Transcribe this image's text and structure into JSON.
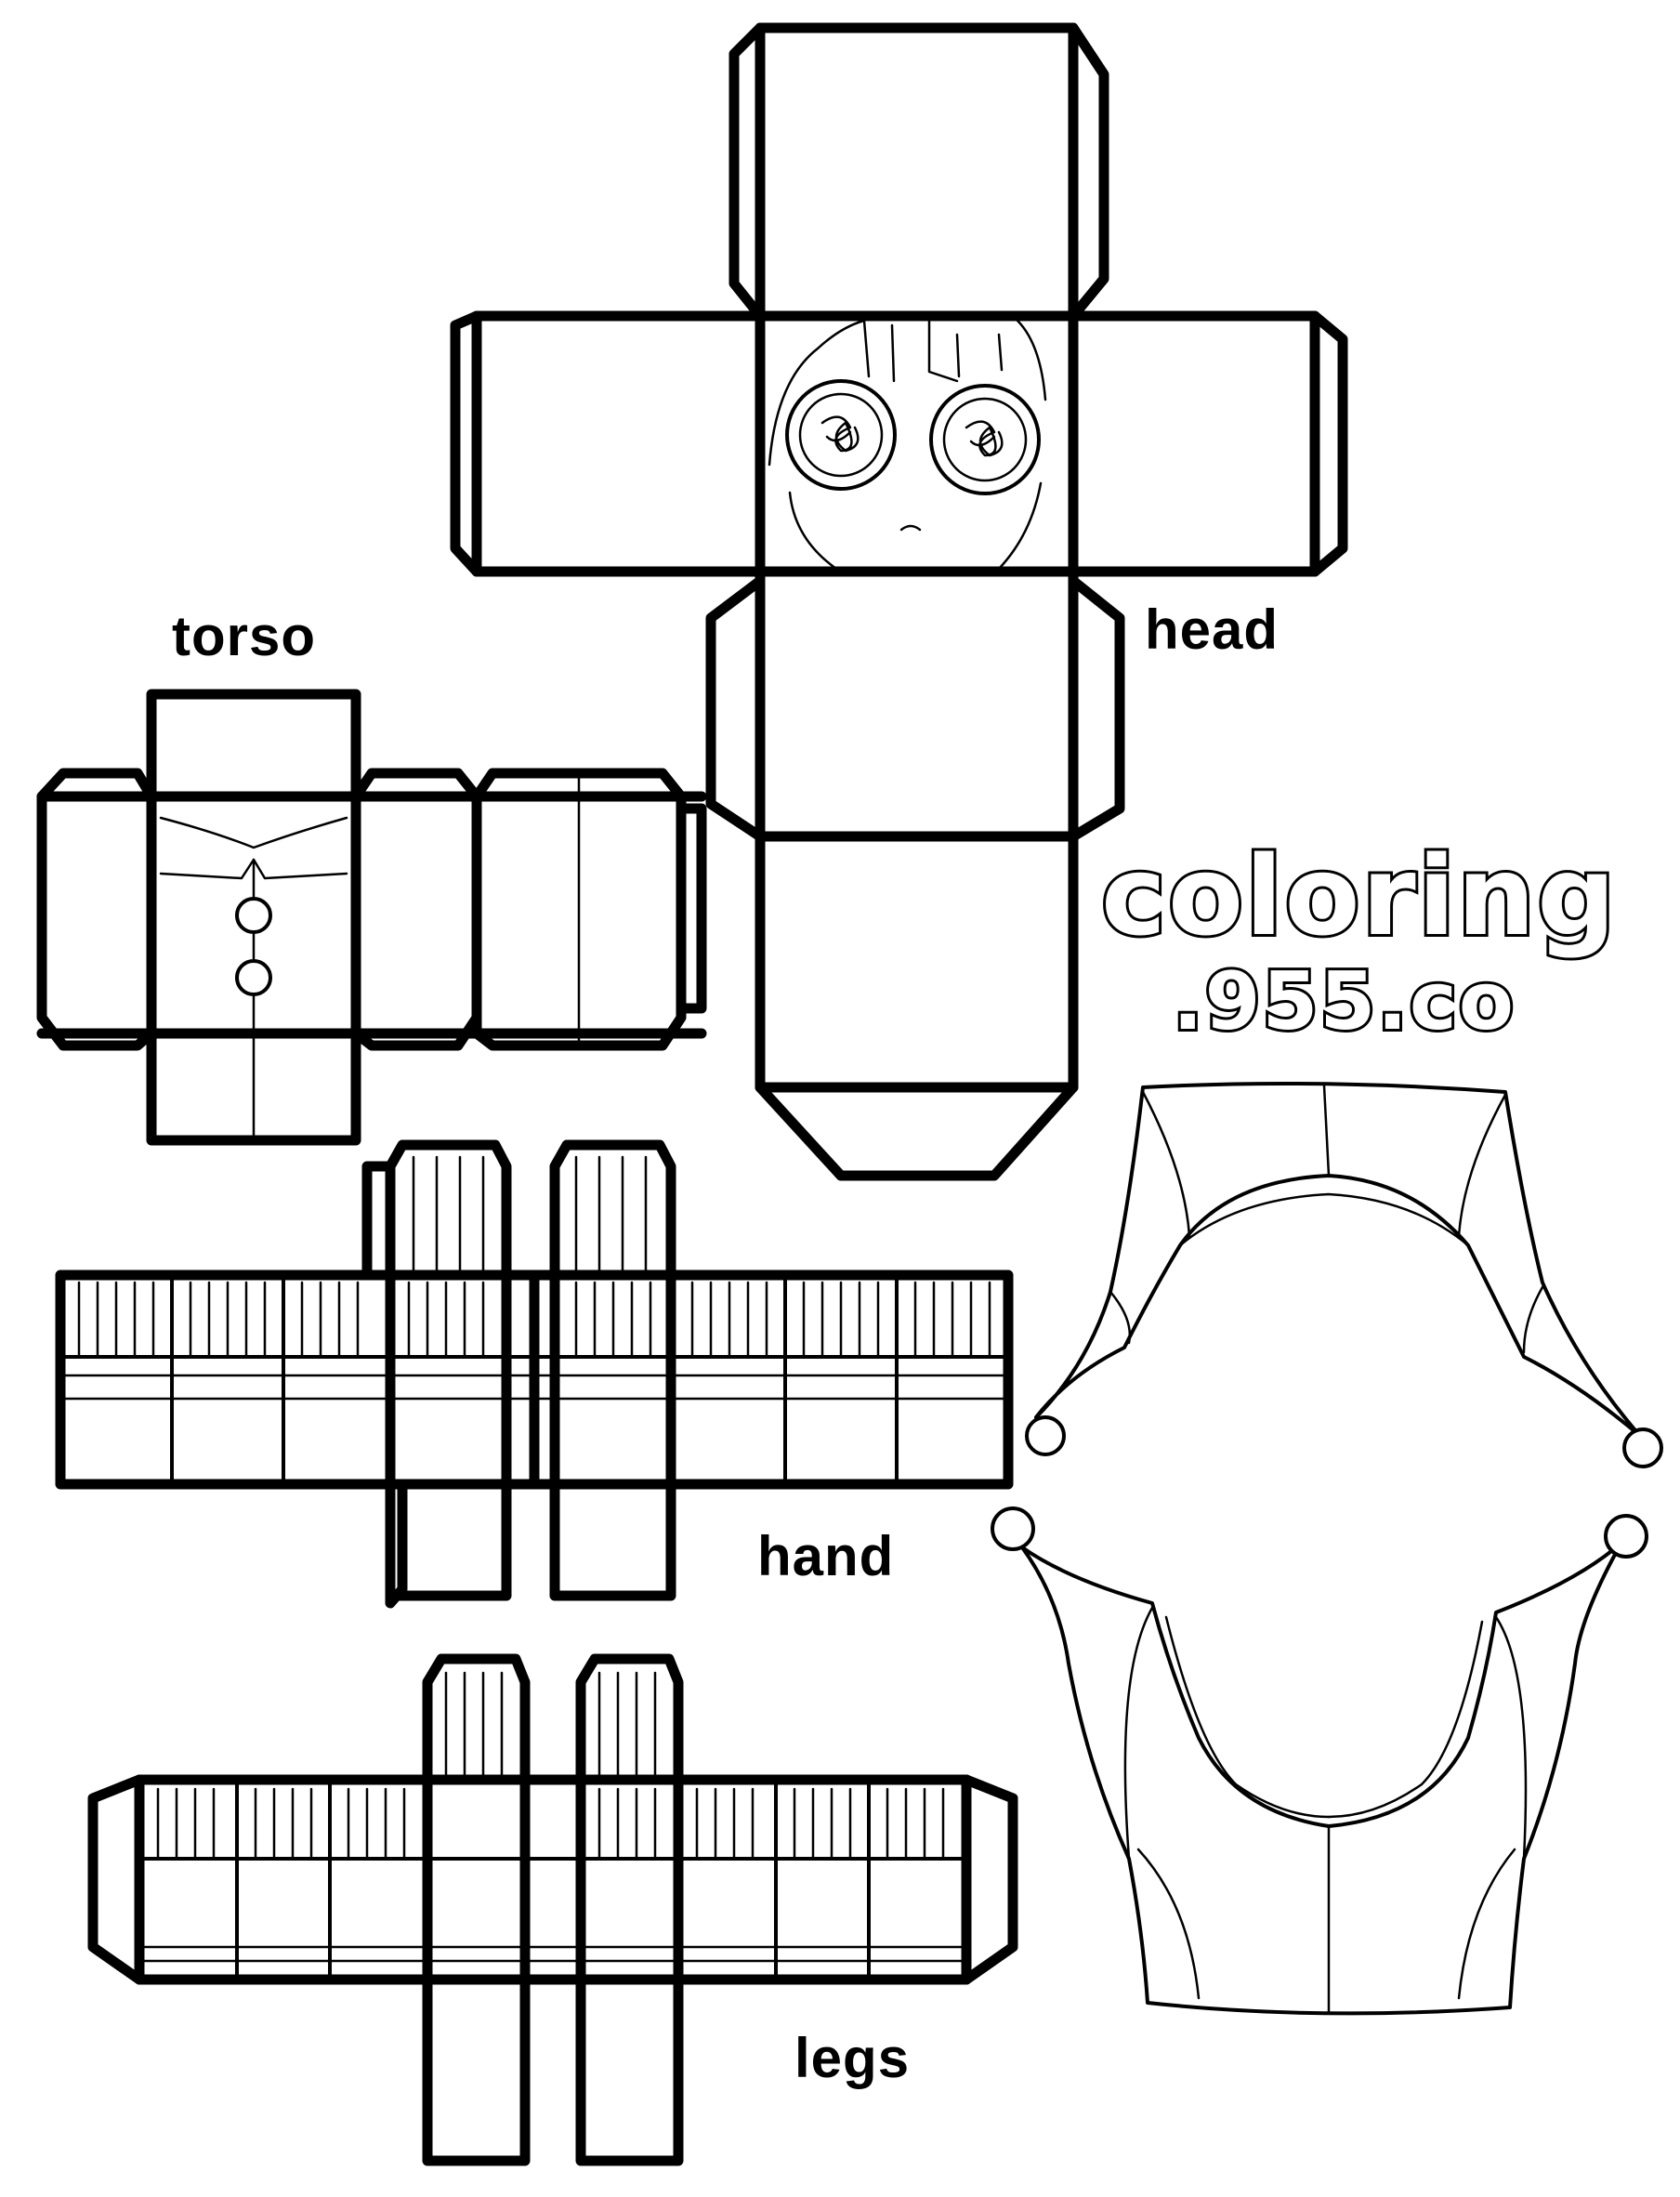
{
  "labels": {
    "head": "head",
    "torso": "torso",
    "hand": "hand",
    "legs": "legs"
  },
  "watermark": {
    "line1": "coloring",
    "line2": ".955.co"
  },
  "colors": {
    "line": "#000000",
    "paper": "#ffffff"
  }
}
